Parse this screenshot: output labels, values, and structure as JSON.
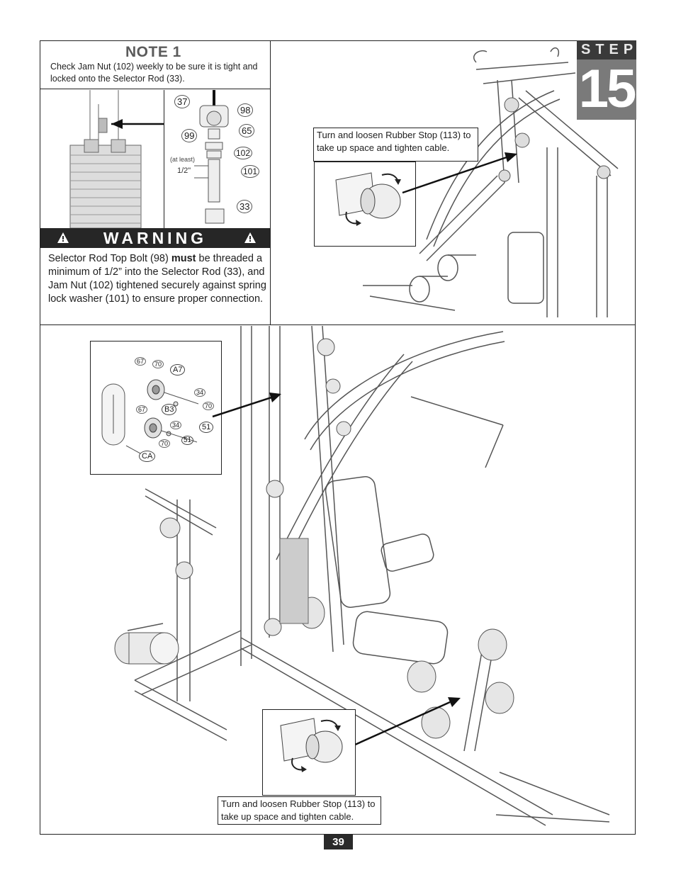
{
  "note": {
    "title": "NOTE 1",
    "text": "Check Jam Nut (102) weekly to be sure it is tight and locked onto the Selector Rod (33)."
  },
  "step": {
    "label": "STEP",
    "number": "15"
  },
  "detail_labels": [
    "37",
    "98",
    "99",
    "65",
    "102",
    "101",
    "33"
  ],
  "at_least": "(at least)",
  "half_inch": "1/2\"",
  "warning": {
    "title": "WARNING",
    "text_before": "Selector Rod Top Bolt (98) ",
    "text_bold": "must",
    "text_after": " be threaded a minimum of 1/2” into the Selector Rod (33), and Jam Nut (102) tightened securely against spring lock washer (101) to ensure proper connection."
  },
  "callout_top": "Turn and loosen Rubber Stop (113) to take up space and tighten cable.",
  "callout_bottom": "Turn and loosen Rubber Stop (113) to take up space and tighten cable.",
  "pulley_labels": [
    "67",
    "70",
    "A7",
    "34",
    "70",
    "67",
    "B3",
    "34",
    "51",
    "70",
    "51",
    "CA"
  ],
  "page_number": "39",
  "colors": {
    "warning_bar": "#262626",
    "step_box": "#7a7a7a",
    "step_label": "#3a3a3a"
  }
}
